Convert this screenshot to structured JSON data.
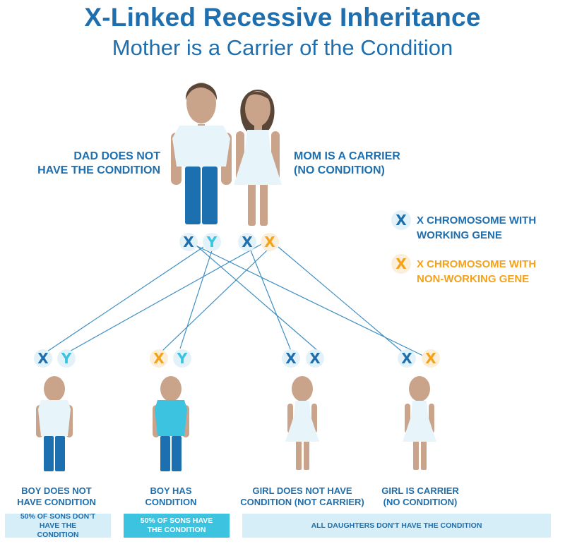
{
  "title": "X-Linked Recessive Inheritance",
  "subtitle": "Mother is a Carrier of the Condition",
  "colors": {
    "blue": "#1f6fae",
    "light_blue": "#3cc3e0",
    "orange": "#f5a21b",
    "skin": "#c9a48b",
    "hair": "#5a4637",
    "pants": "#1c70b0",
    "shirt": "#e7f4fa",
    "band_light": "#d6eef8"
  },
  "parents": {
    "dad": {
      "label_line1": "DAD DOES NOT",
      "label_line2": "HAVE THE CONDITION",
      "chromosomes": [
        "X",
        "Y"
      ]
    },
    "mom": {
      "label_line1": "MOM IS A CARRIER",
      "label_line2": "(NO CONDITION)",
      "chromosomes": [
        "X",
        "X"
      ]
    }
  },
  "legend": [
    {
      "symbol": "X",
      "line1": "X CHROMOSOME WITH",
      "line2": "WORKING GENE",
      "color": "#1f6fae"
    },
    {
      "symbol": "X",
      "line1": "X CHROMOSOME WITH",
      "line2": "NON-WORKING GENE",
      "color": "#f5a21b"
    }
  ],
  "children": [
    {
      "chromosomes": [
        "X",
        "Y"
      ],
      "label_line1": "BOY DOES NOT",
      "label_line2": "HAVE CONDITION"
    },
    {
      "chromosomes": [
        "X",
        "Y"
      ],
      "label_line1": "BOY HAS",
      "label_line2": "CONDITION"
    },
    {
      "chromosomes": [
        "X",
        "X"
      ],
      "label_line1": "GIRL DOES NOT HAVE",
      "label_line2": "CONDITION (NOT CARRIER)"
    },
    {
      "chromosomes": [
        "X",
        "X"
      ],
      "label_line1": "GIRL IS CARRIER",
      "label_line2": "(NO CONDITION)"
    }
  ],
  "footer": {
    "sons_not": "50% OF SONS DON'T HAVE THE CONDITION",
    "sons_have": "50% OF SONS HAVE THE CONDITION",
    "daughters": "ALL DAUGHTERS DON'T HAVE THE CONDITION"
  }
}
